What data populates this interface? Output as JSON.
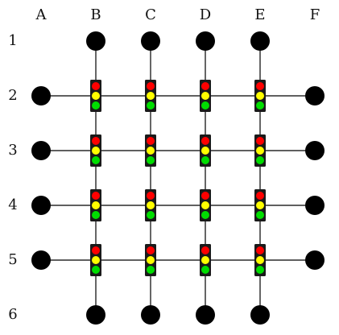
{
  "columns": [
    "A",
    "B",
    "C",
    "D",
    "E",
    "F"
  ],
  "rows": [
    "1",
    "2",
    "3",
    "4",
    "5",
    "6"
  ],
  "diagram": {
    "node_color": "#000000",
    "line_color": "#000000",
    "background": "#ffffff",
    "traffic_light": {
      "housing_color": "#1a1a1a",
      "lamp_colors": [
        "#ff0000",
        "#ffff00",
        "#00dd00"
      ]
    },
    "terminal_nodes": {
      "top_row": "1",
      "bottom_row": "6",
      "left_column": "A",
      "right_column": "F"
    }
  }
}
